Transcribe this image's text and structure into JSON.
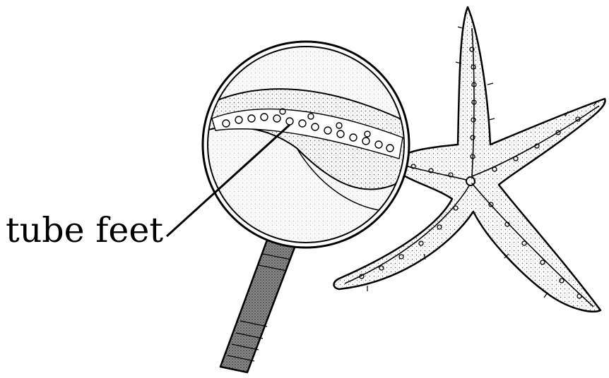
{
  "diagram": {
    "label": "tube feet",
    "ink_color": "#000000",
    "background": "#ffffff",
    "icons": [
      "magnifying-glass",
      "starfish"
    ]
  }
}
